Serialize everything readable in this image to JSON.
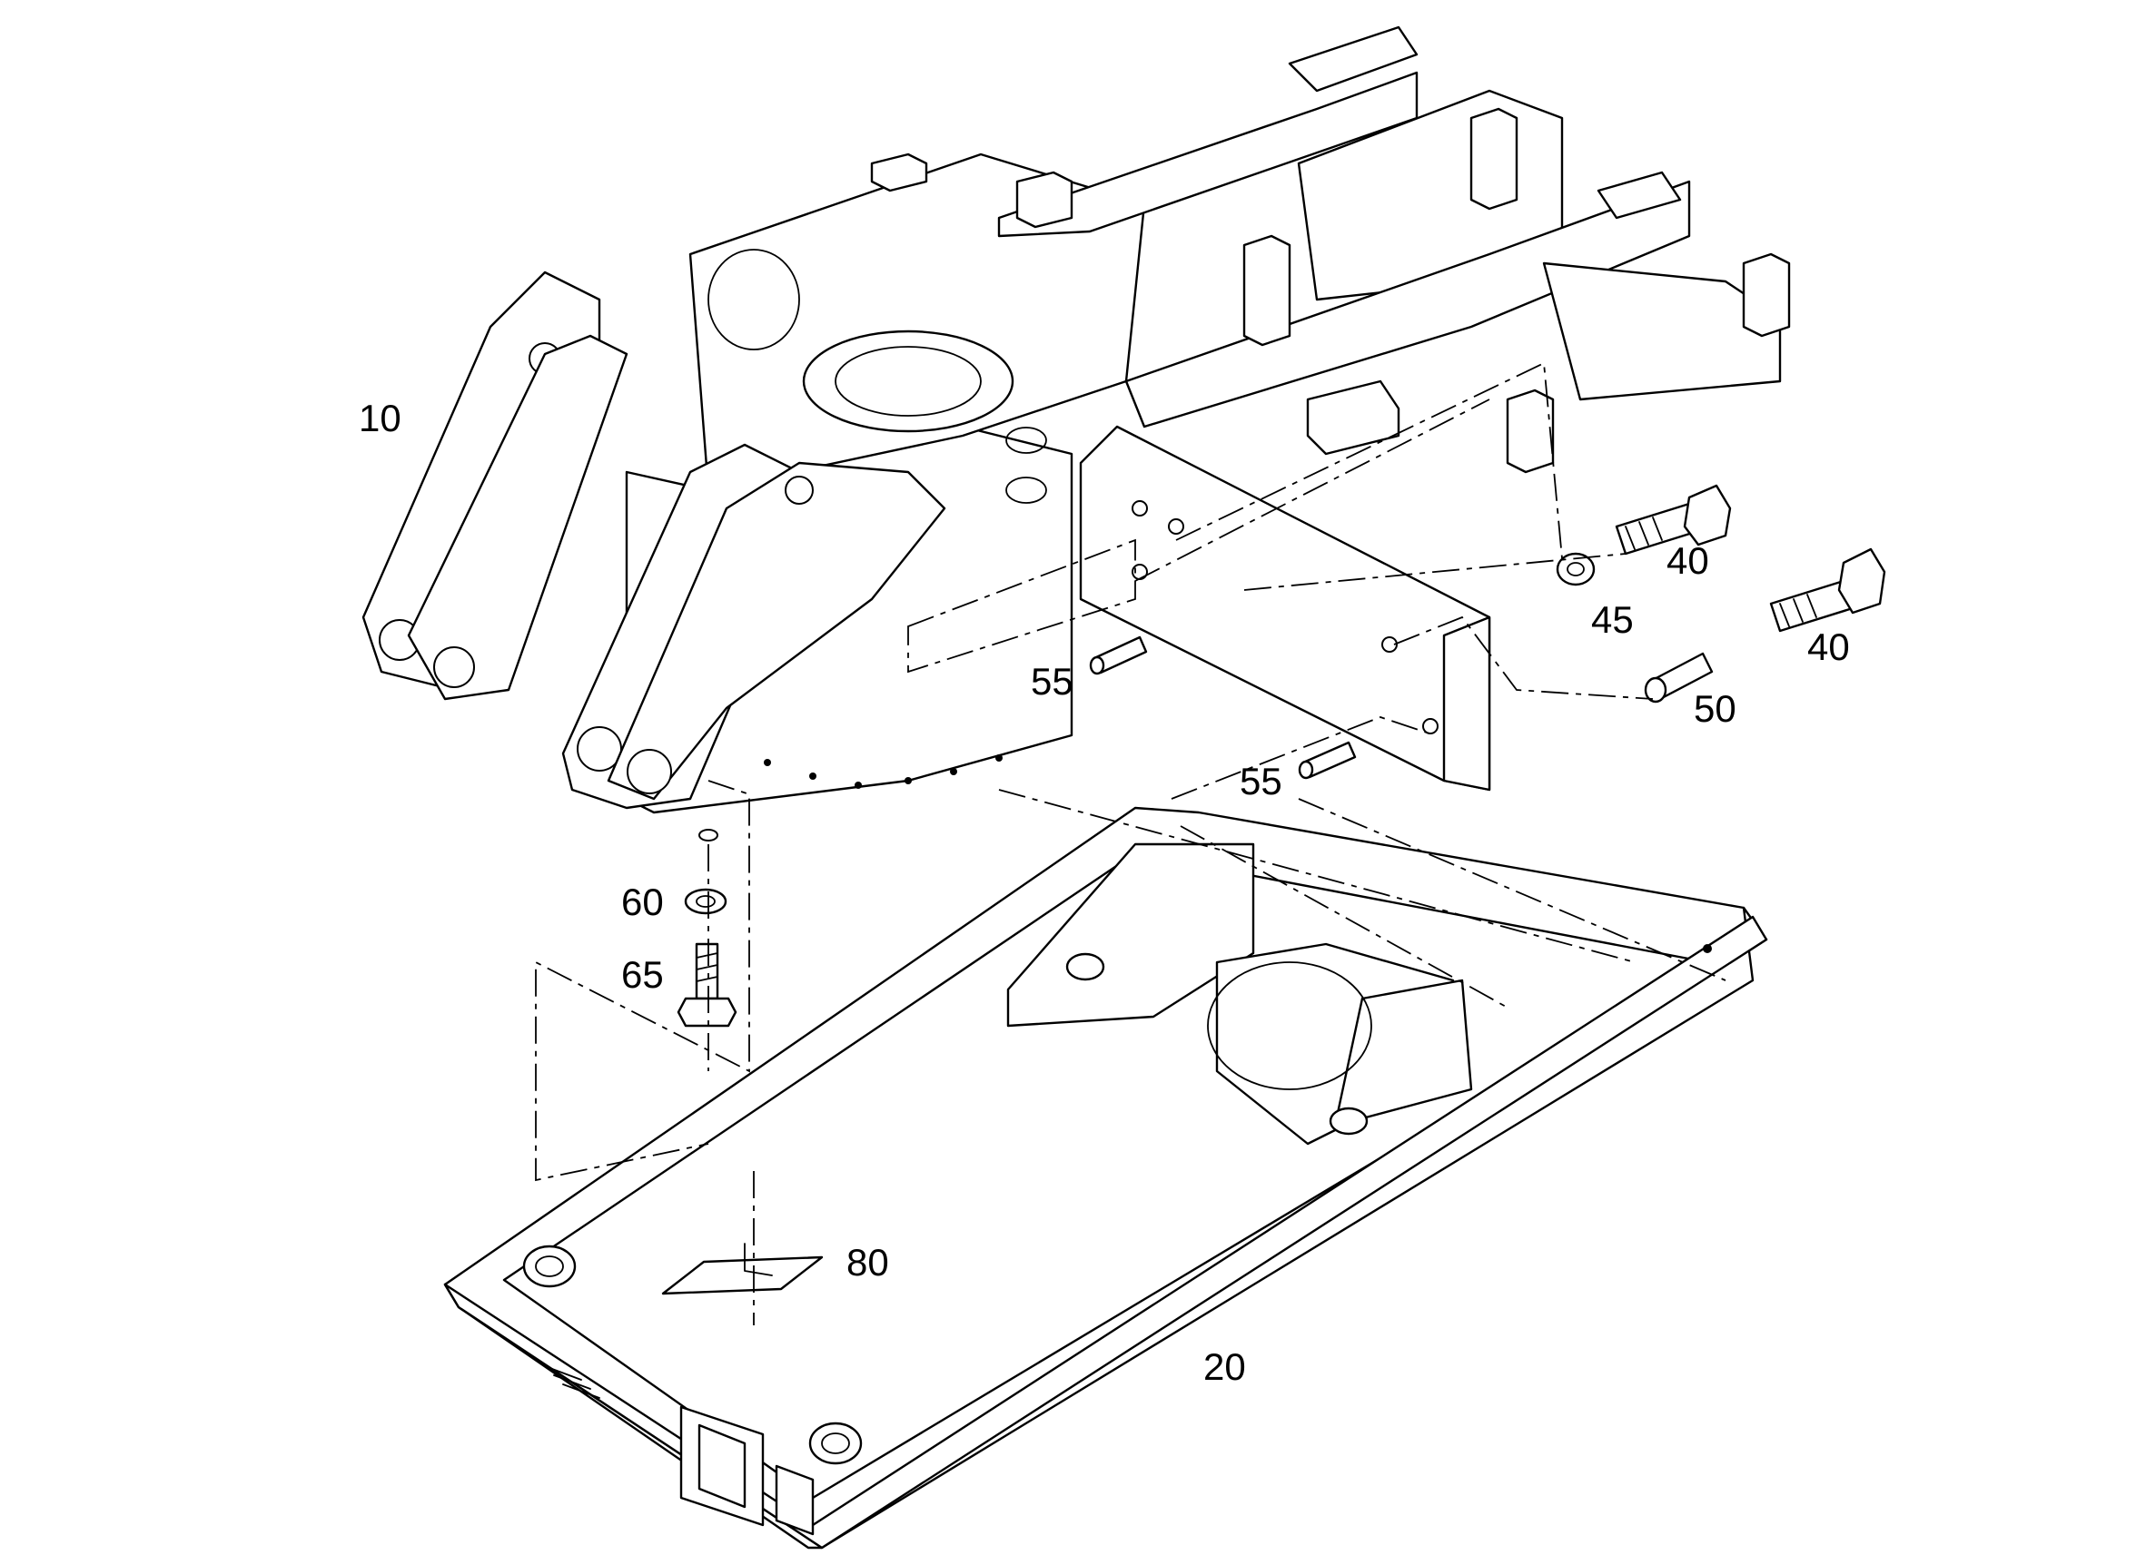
{
  "callouts": {
    "c10": "10",
    "c20": "20",
    "c40a": "40",
    "c40b": "40",
    "c45": "45",
    "c50": "50",
    "c55a": "55",
    "c55b": "55",
    "c60": "60",
    "c65": "65",
    "c80": "80"
  },
  "colors": {
    "line": "#000000",
    "background": "#ffffff"
  }
}
